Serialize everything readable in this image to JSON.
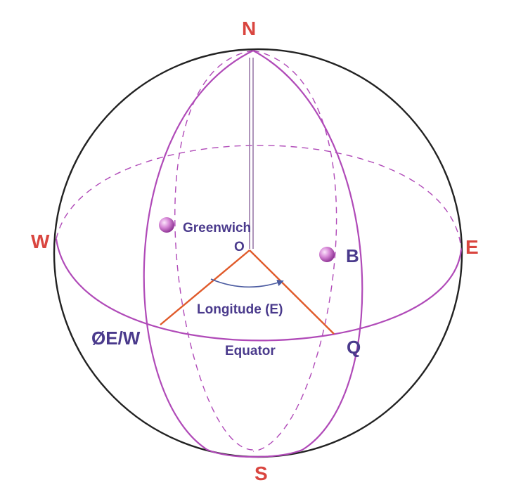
{
  "labels": {
    "north": "N",
    "south": "S",
    "west": "W",
    "east": "E",
    "greenwich": "Greenwich",
    "origin": "O",
    "point_b": "B",
    "longitude": "Longitude (E)",
    "zero_meridian": "ØE/W",
    "equator": "Equator",
    "point_q": "Q"
  },
  "colors": {
    "sphere_outline": "#222222",
    "meridian": "#b04ab8",
    "radius": "#e05a2a",
    "cardinal": "#d9453f",
    "label": "#4a3a8c",
    "arrow": "#4a5aa0",
    "axis": "#9a7aa8",
    "marker": "#c060c8"
  }
}
